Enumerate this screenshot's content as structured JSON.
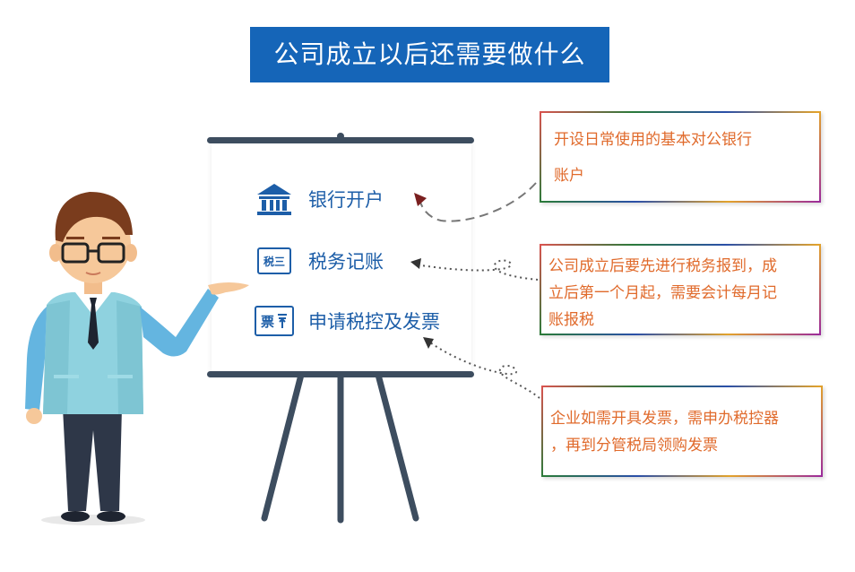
{
  "title": "公司成立以后还需要做什么",
  "board": {
    "items": [
      {
        "label": "银行开户",
        "icon": "bank-icon"
      },
      {
        "label": "税务记账",
        "icon": "tax-badge-icon",
        "badge": "税三"
      },
      {
        "label": "申请税控及发票",
        "icon": "invoice-badge-icon",
        "badge": "票"
      }
    ]
  },
  "notes": {
    "bank": {
      "lines": [
        "开设日常使用的基本对公银行",
        "账户"
      ]
    },
    "tax": {
      "lines": [
        "公司成立后要先进行税务报到，成",
        "立后第一个月起，需要会计每月记",
        "账报税"
      ]
    },
    "invoice": {
      "lines": [
        "企业如需开具发票，需申办税控器",
        "，再到分管税局领购发票"
      ]
    }
  },
  "colors": {
    "title_bg": "#1565b8",
    "board_text": "#1d5ea8",
    "note_text": "#e06a2b",
    "stand": "#3d4d5f"
  }
}
